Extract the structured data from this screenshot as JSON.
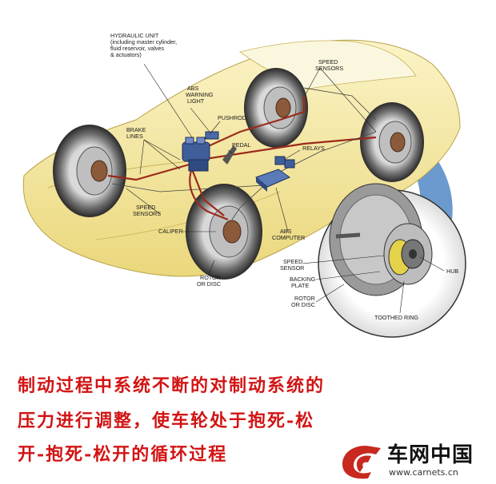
{
  "diagram": {
    "labels": {
      "hydraulic_unit": [
        "HYDRAULIC UNIT",
        "(including master cylinder,",
        "fluid reservoir, valves",
        "& actuators)"
      ],
      "abs_warning_light": [
        "ABS",
        "WARNING",
        "LIGHT"
      ],
      "pushrod": "PUSHROD",
      "brake_lines": [
        "BRAKE",
        "LINES"
      ],
      "pedal": "PEDAL",
      "relays": "RELAYS",
      "speed_sensors_top": [
        "SPEED",
        "SENSORS"
      ],
      "speed_sensors_left": [
        "SPEED",
        "SENSORS"
      ],
      "caliper": "CALIPER",
      "abs_computer": [
        "ABS",
        "COMPUTER"
      ],
      "rotor_or_disc": [
        "ROTOR",
        "OR DISC"
      ],
      "inset_speed_sensor": [
        "SPEED",
        "SENSOR"
      ],
      "inset_backing_plate": [
        "BACKING",
        "PLATE"
      ],
      "inset_rotor_or_disc": [
        "ROTOR",
        "OR DISC"
      ],
      "inset_hub": "HUB",
      "inset_toothed_ring": "TOOTHED RING"
    }
  },
  "caption": {
    "line1": "制动过程中系统不断的对制动系统的",
    "line2": "压力进行调整，使车轮处于抱死-松",
    "line3": "开-抱死-松开的循环过程"
  },
  "logo": {
    "name": "车网中国",
    "url": "www.carnets.cn"
  },
  "colors": {
    "caption": "#d21414",
    "car_body": "#f4e7a6",
    "brake_line": "#9b2a1a",
    "sky_blue": "#5b8fc9"
  }
}
